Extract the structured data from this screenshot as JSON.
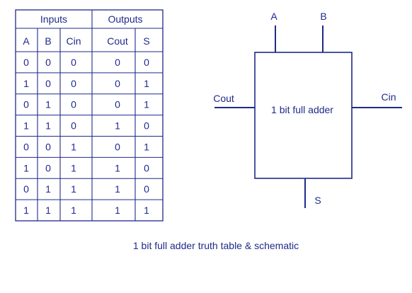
{
  "table": {
    "group_headers": {
      "inputs": "Inputs",
      "outputs": "Outputs"
    },
    "column_headers": [
      "A",
      "B",
      "Cin",
      "Cout",
      "S"
    ],
    "rows": [
      [
        "0",
        "0",
        "0",
        "0",
        "0"
      ],
      [
        "1",
        "0",
        "0",
        "0",
        "1"
      ],
      [
        "0",
        "1",
        "0",
        "0",
        "1"
      ],
      [
        "1",
        "1",
        "0",
        "1",
        "0"
      ],
      [
        "0",
        "0",
        "1",
        "0",
        "1"
      ],
      [
        "1",
        "0",
        "1",
        "1",
        "0"
      ],
      [
        "0",
        "1",
        "1",
        "1",
        "0"
      ],
      [
        "1",
        "1",
        "1",
        "1",
        "1"
      ]
    ]
  },
  "schematic": {
    "block_label": "1 bit full adder",
    "pins": {
      "a": "A",
      "b": "B",
      "cout": "Cout",
      "cin": "Cin",
      "s": "S"
    }
  },
  "caption": "1 bit full adder truth table & schematic",
  "colors": {
    "line": "#1f2a8a",
    "text": "#1f2a8a",
    "background": "#ffffff"
  }
}
